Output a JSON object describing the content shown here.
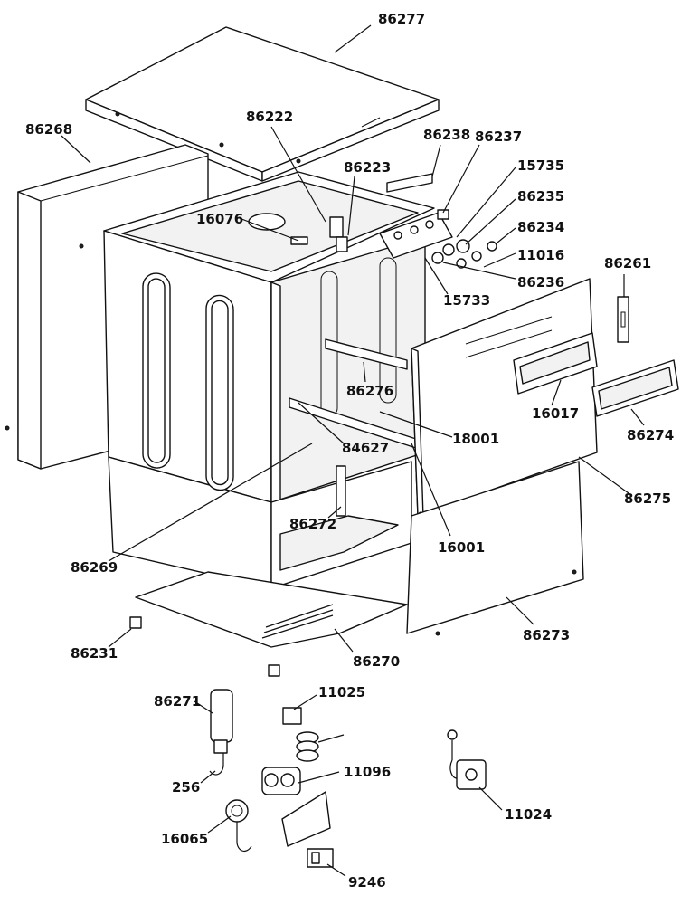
{
  "part_numbers": [
    "86277",
    "86268",
    "86222",
    "86238",
    "86237",
    "86223",
    "15735",
    "16076",
    "86235",
    "86234",
    "11016",
    "86261",
    "86236",
    "15733",
    "86276",
    "16017",
    "86274",
    "18001",
    "84627",
    "86275",
    "86272",
    "16001",
    "86269",
    "86273",
    "86231",
    "86270",
    "86271",
    "11025",
    "11096",
    "256",
    "11024",
    "16065",
    "9246"
  ]
}
